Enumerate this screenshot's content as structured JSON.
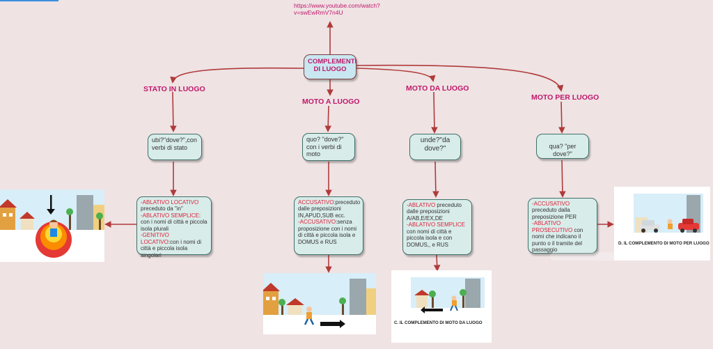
{
  "url": {
    "line1": "https://www.youtube.com/watch?",
    "line2": "v=swEwRmV7n4U"
  },
  "root": {
    "line1": "COMPLEMENTI",
    "line2": "DI LUOGO"
  },
  "branches": [
    {
      "label": "STATO IN LUOGO",
      "question": "ubi?\"dove?\",con verbi di stato"
    },
    {
      "label": "MOTO A LUOGO",
      "question": "quo? \"dove?\" con i verbi di moto"
    },
    {
      "label": "MOTO DA LUOGO",
      "question": "unde?\"da dove?\""
    },
    {
      "label": "MOTO PER LUOGO",
      "question": "qua? \"per dove?\""
    }
  ],
  "details": {
    "stato": {
      "l1r": "-ABLATIVO LOCATIVO",
      "l1t": " preceduto da \"in\"",
      "l2r": "-ABLATIVO SEMPLICE",
      "l2t": ": con i nomi di città e piccola isola plurali",
      "l3r": "-GENITIVO LOCATIVO",
      "l3t": ":con i nomi di città e piccola isola singolari"
    },
    "moto_a": {
      "l1r": "ACCUSATIVO",
      "l1t": ":preceduto dalle preposizioni IN,APUD,SUB ecc.",
      "l2r": "-ACCUSATIVO",
      "l2t": ":senza proposizione con i nomi di città e piccola isola e DOMUS e RUS"
    },
    "moto_da": {
      "l1r": "-ABLATIVO",
      "l1t": " preceduto dalle preposizioni A/AB,E/EX,DE",
      "l2r": "-ABLATIVO SEMPLICE",
      "l2t": " con nomi di città e piccola isola e con DOMUS,, e RUS"
    },
    "moto_per": {
      "l1r": "-ACCUSATIVO",
      "l1t": " preceduto dalla preposizione PER",
      "l2r": "-ABLATIVO PROSECUTIVO",
      "l2t": " con nomi che indicano il punto o il tramite  del passaggio"
    }
  },
  "captions": {
    "moto_da": "C. IL COMPLEMENTO DI MOTO DA LUOGO",
    "moto_per": "D. IL COMPLEMENTO DI MOTO PER LUOGO"
  },
  "colors": {
    "accent": "#c0186a",
    "node_fill": "#d8ece9",
    "root_fill": "#c9e7f1",
    "connector": "#b03a3a",
    "background": "#efe3e4"
  }
}
